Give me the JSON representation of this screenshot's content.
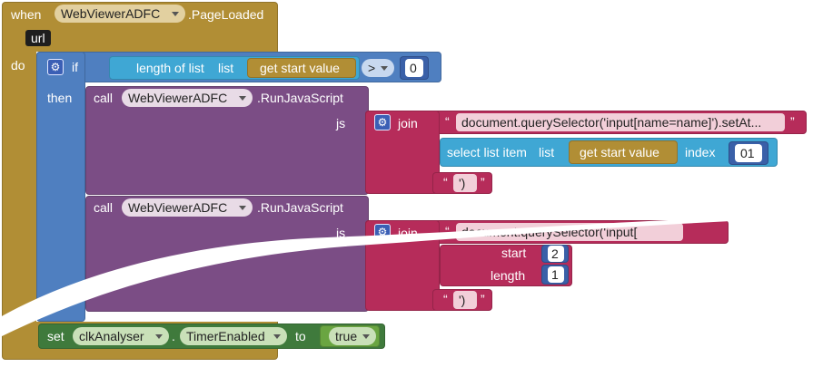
{
  "event": {
    "when_label": "when",
    "component": "WebViewerADFC",
    "event_name": ".PageLoaded",
    "param": "url",
    "do_label": "do"
  },
  "if_block": {
    "if_label": "if",
    "then_label": "then",
    "length_label": "length of list",
    "list_label": "list",
    "get_label": "get start value",
    "operator": ">",
    "number": "0"
  },
  "call1": {
    "call_label": "call",
    "component": "WebViewerADFC",
    "method": ".RunJavaScript",
    "js_label": "js",
    "join_label": "join",
    "string1": "document.querySelector('input[name=name]').setAt...",
    "select_label": "select list item",
    "list_label": "list",
    "get_label": "get start value",
    "index_label": "index",
    "index_value": "01",
    "string2": "')"
  },
  "call2": {
    "call_label": "call",
    "component": "WebViewerADFC",
    "method": ".RunJavaScript",
    "js_label": "js",
    "join_label": "join",
    "string1": "document.querySelector('input[",
    "start_label": "start",
    "start_value": "2",
    "length_label": "length",
    "length_value": "1",
    "string2": "')"
  },
  "set_block": {
    "set_label": "set",
    "component": "clkAnalyser",
    "property": "TimerEnabled",
    "to_label": "to",
    "value": "true"
  },
  "quote_mark": "“",
  "quote_mark_end": "”",
  "gear_glyph": "⚙"
}
